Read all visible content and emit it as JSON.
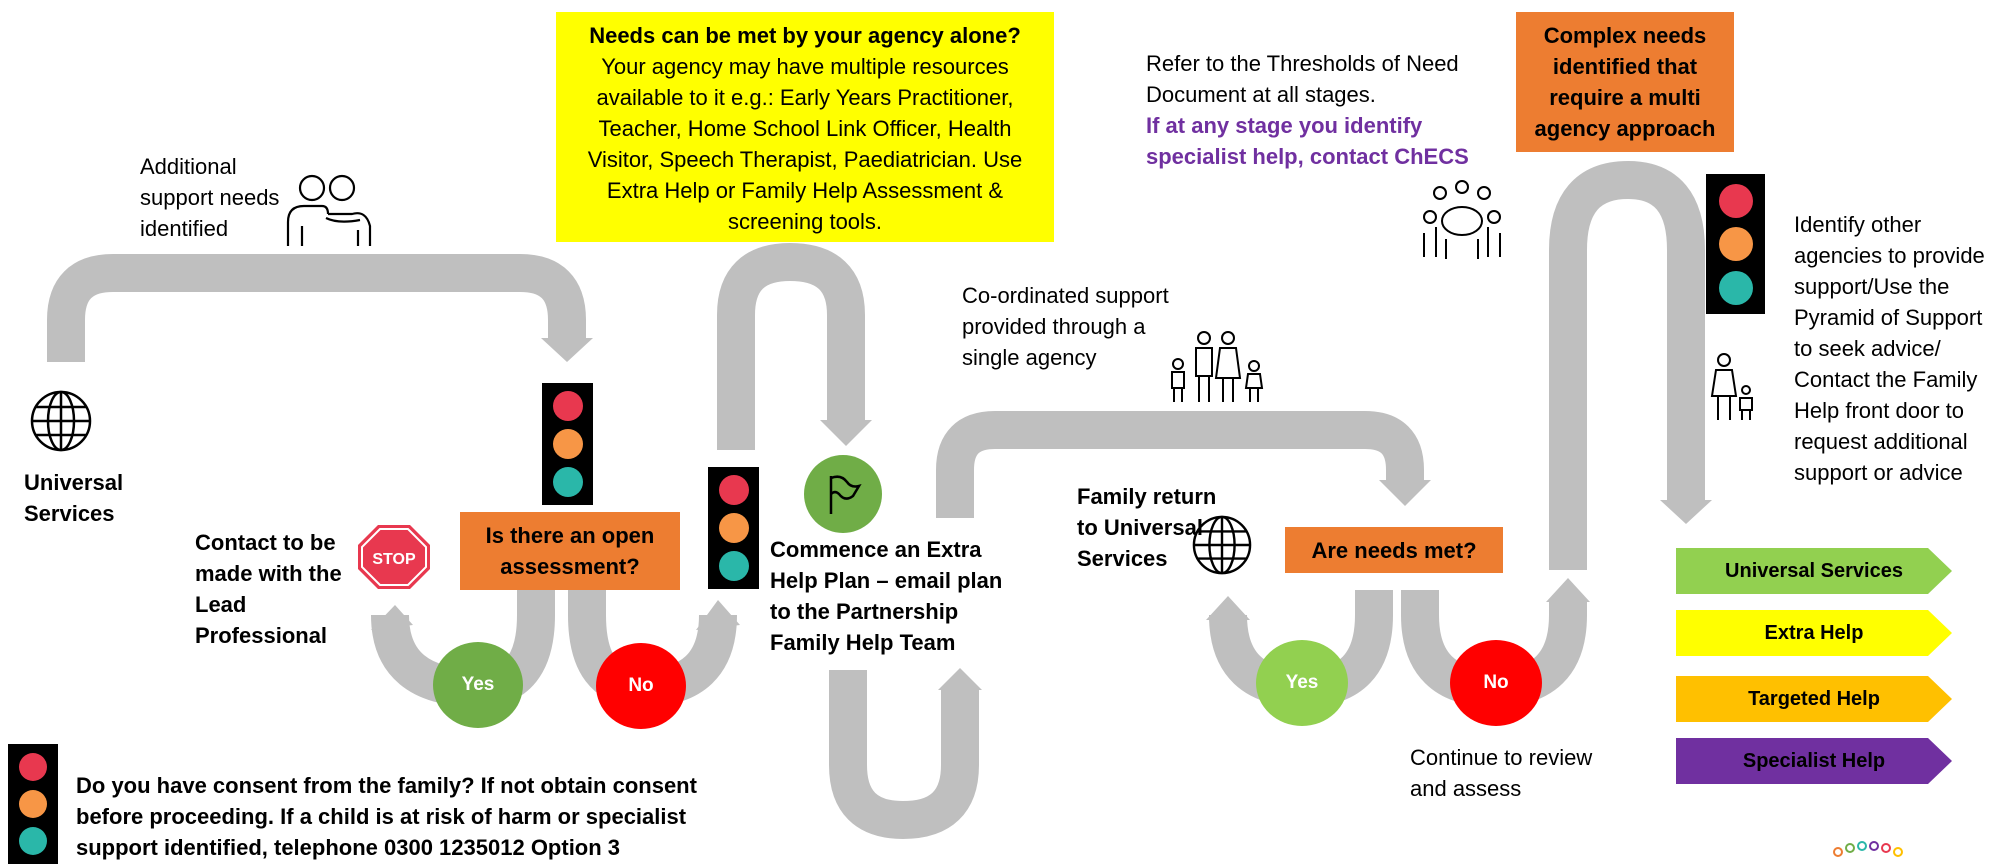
{
  "colors": {
    "road": "#bfbfbf",
    "yellow": "#ffff00",
    "orange": "#ed7d31",
    "green": "#70ad47",
    "red": "#ff0000",
    "purple": "#7030a0",
    "tl_red": "#e8384f",
    "tl_amber": "#f79646",
    "tl_teal": "#2ab7a9"
  },
  "icons": {
    "globe": "globe-icon",
    "two_people": "two-people-icon",
    "stop": "stop-sign-icon",
    "flag": "flag-icon",
    "family": "family-icon",
    "meeting": "meeting-icon",
    "parent_child": "parent-child-icon",
    "logo": "logo-icon"
  },
  "labels": {
    "universal_services": "Universal Services",
    "additional_support": "Additional support needs identified",
    "contact_lead": "Contact to be made with the Lead Professional",
    "open_assessment": "Is there an open assessment?",
    "yes": "Yes",
    "no": "No",
    "agency_alone_title": "Needs can be met by your agency alone?",
    "agency_alone_body": "Your agency may have multiple resources available to it e.g.: Early Years Practitioner, Teacher, Home School Link Officer, Health Visitor, Speech Therapist, Paediatrician. Use Extra Help or Family Help Assessment & screening tools.",
    "commence_plan": "Commence an Extra Help Plan – email plan to the Partnership Family Help Team",
    "coordinated_support": "Co-ordinated support provided through a single agency",
    "family_return": "Family return to Universal Services",
    "needs_met": "Are needs met?",
    "thresholds": "Refer to the Thresholds of Need Document at all stages.",
    "specialist_contact": "If at any stage you identify specialist help, contact ChECS",
    "complex_needs": "Complex needs identified that require a multi agency approach",
    "identify_agencies": "Identify other agencies to provide support/Use the Pyramid of Support to seek advice/ Contact the Family Help front door to request additional support or advice",
    "continue_review": "Continue to review and assess",
    "consent": "Do you have consent from the family? If not obtain consent before proceeding. If a child is at risk of harm or specialist support identified, telephone 0300 1235012 Option 3",
    "stop": "STOP"
  },
  "legend": [
    {
      "label": "Universal Services",
      "color": "#92d050"
    },
    {
      "label": "Extra Help",
      "color": "#ffff00"
    },
    {
      "label": "Targeted Help",
      "color": "#ffc000"
    },
    {
      "label": "Specialist Help",
      "color": "#7030a0"
    }
  ]
}
